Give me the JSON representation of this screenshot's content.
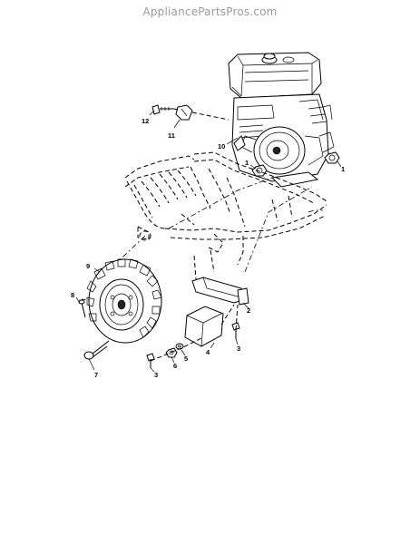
{
  "watermark": "AppliancePartsPros.com",
  "callouts": {
    "c1a": "1",
    "c1b": "1",
    "c2": "2",
    "c3a": "3",
    "c3b": "3",
    "c4": "4",
    "c5": "5",
    "c6": "6",
    "c7": "7",
    "c8": "8",
    "c9": "9",
    "c10": "10",
    "c11": "11",
    "c12": "12"
  }
}
